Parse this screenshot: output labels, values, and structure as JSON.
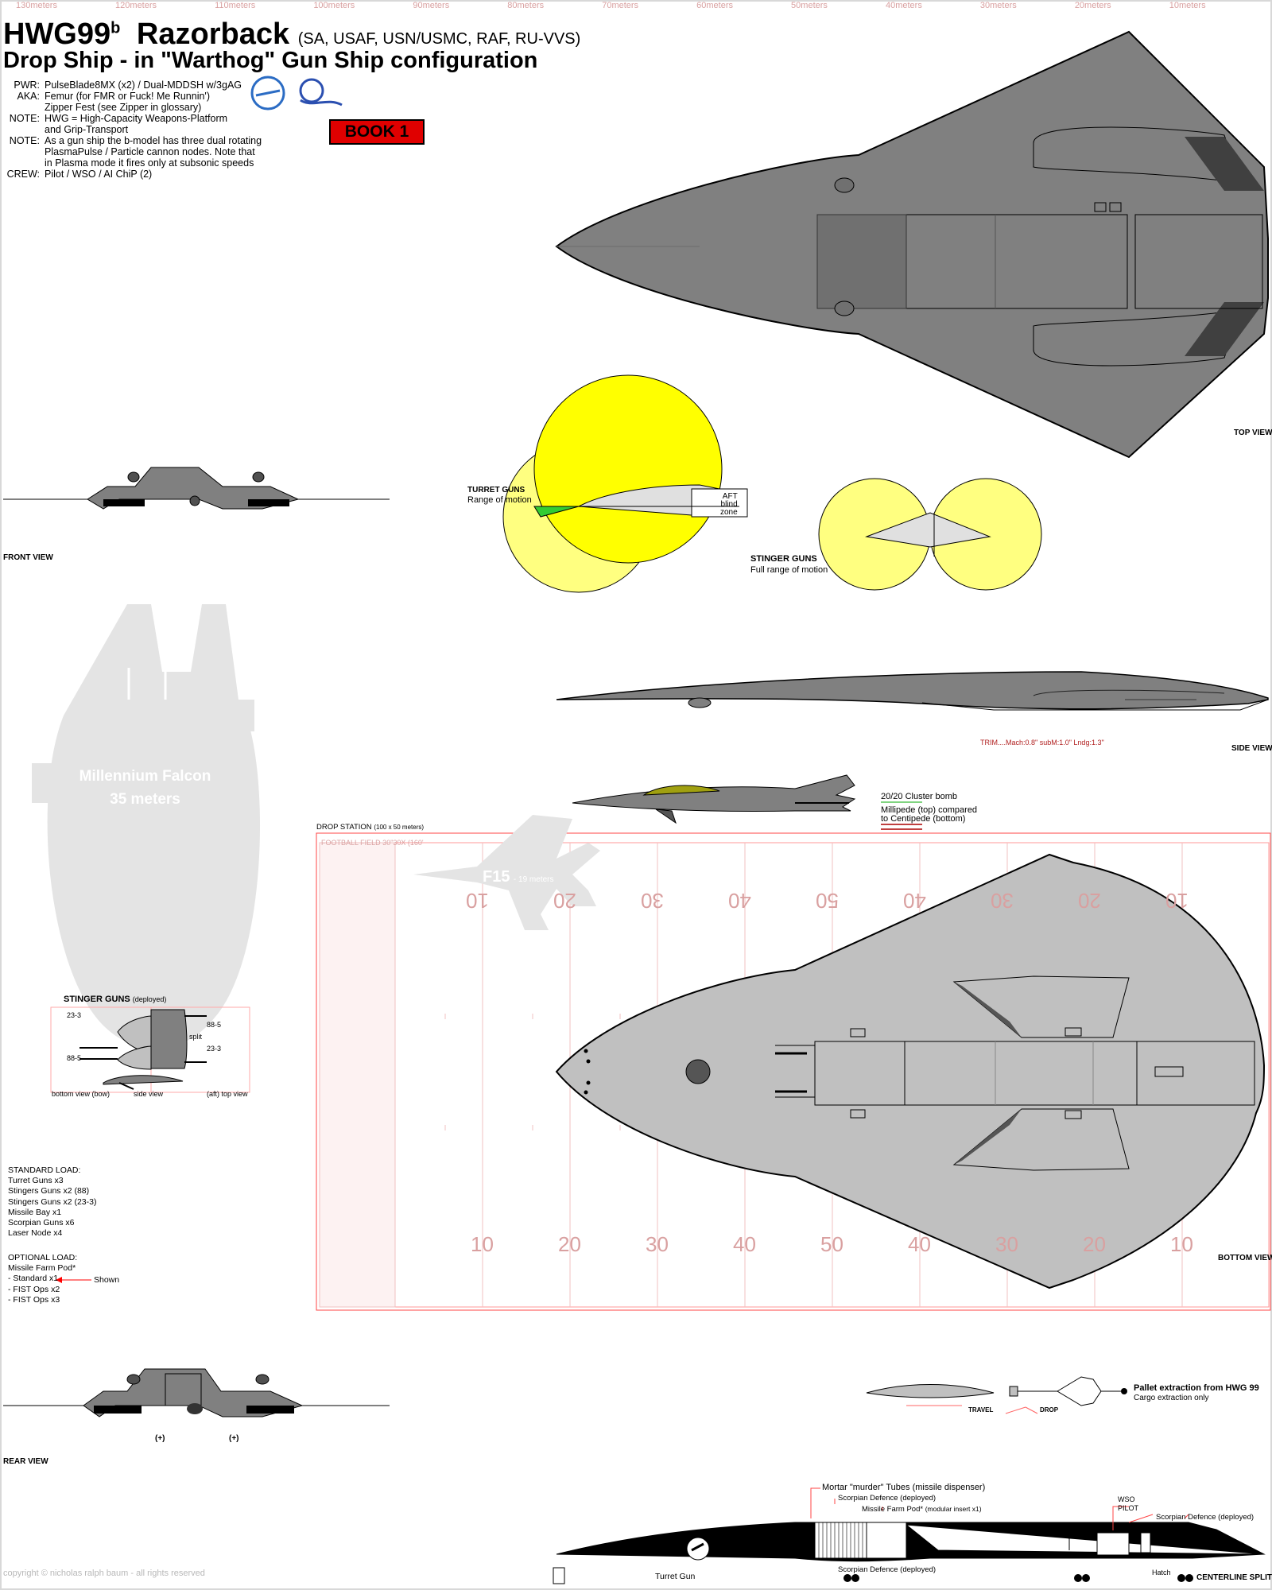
{
  "header": {
    "title_main": "HWG99",
    "title_sup": "b",
    "title_name": "Razorback",
    "title_users": "(SA, USAF, USN/USMC, RAF, RU-VVS)",
    "subtitle": "Drop Ship - in \"Warthog\" Gun Ship configuration"
  },
  "specs": [
    {
      "key": "PWR:",
      "lines": [
        "PulseBlade8MX (x2) / Dual-MDDSH w/3gAG"
      ]
    },
    {
      "key": "AKA:",
      "lines": [
        "Femur (for FMR or Fuck! Me Runnin')",
        "Zipper Fest (see Zipper in glossary)"
      ]
    },
    {
      "key": "NOTE:",
      "lines": [
        "HWG = High-Capacity Weapons-Platform",
        "and Grip-Transport"
      ]
    },
    {
      "key": "NOTE:",
      "lines": [
        "As a gun ship the b-model has three dual rotating",
        "PlasmaPulse / Particle cannon nodes.  Note that",
        "in Plasma mode it fires only at subsonic speeds"
      ]
    },
    {
      "key": "CREW:",
      "lines": [
        "Pilot / WSO / AI ChiP (2)"
      ]
    }
  ],
  "book_label": "BOOK 1",
  "scale_ruler": [
    "130meters",
    "120meters",
    "110meters",
    "100meters",
    "90meters",
    "80meters",
    "70meters",
    "60meters",
    "50meters",
    "40meters",
    "30meters",
    "20meters",
    "10meters"
  ],
  "views": {
    "top": "TOP VIEW",
    "front": "FRONT VIEW",
    "side": "SIDE VIEW",
    "bottom": "BOTTOM VIEW",
    "rear": "REAR VIEW",
    "centerline": "CENTERLINE SPLIT"
  },
  "turret": {
    "title": "TURRET GUNS",
    "sub": "Range of motion",
    "aft1": "AFT",
    "aft2": "blind",
    "aft3": "zone"
  },
  "stinger": {
    "title": "STINGER GUNS",
    "sub": "Full range of motion"
  },
  "trim": "TRIM....Mach:0.8\"  subM:1.0\"  Lndg:1.3\"",
  "falcon": {
    "name": "Millennium Falcon",
    "size": "35 meters"
  },
  "cluster": {
    "title": "20/20 Cluster bomb",
    "line1": "Millipede (top) compared",
    "line2": "to Centipede (bottom)"
  },
  "drop_station": {
    "label": "DROP STATION",
    "dims": "(100 x 50 meters)"
  },
  "football": {
    "label": "FOOTBALL FIELD  30\"30X (160'",
    "top_numbers": [
      "10",
      "20",
      "30",
      "40",
      "50",
      "40",
      "30",
      "20",
      "10"
    ],
    "bottom_numbers": [
      "10",
      "20",
      "30",
      "40",
      "50",
      "40",
      "30",
      "20",
      "10"
    ]
  },
  "f15": {
    "name": "F15",
    "size": "- 19 meters"
  },
  "stinger_deployed": {
    "title": "STINGER GUNS",
    "note": "(deployed)",
    "l1": "23-3",
    "l2": "88-5",
    "l3": "88-5",
    "l4": "23-3",
    "split": "split",
    "cap1": "bottom view (bow)",
    "cap2": "side view",
    "cap3": "(aft) top view"
  },
  "standard_load": {
    "title": "STANDARD LOAD:",
    "items": [
      "Turret Guns x3",
      "Stingers Guns x2  (88)",
      "Stingers Guns x2  (23-3)",
      "Missile Bay x1",
      "Scorpian Guns x6",
      "Laser Node x4"
    ]
  },
  "optional_load": {
    "title": "OPTIONAL LOAD:",
    "items": [
      "Missile Farm Pod*",
      "- Standard x1",
      "- FIST Ops x2",
      "- FIST Ops x3"
    ],
    "shown": "Shown"
  },
  "pallet": {
    "title": "Pallet extraction from HWG 99",
    "sub": "Cargo extraction only",
    "travel": "TRAVEL",
    "drop": "DROP"
  },
  "centerline": {
    "mortar": "Mortar \"murder\" Tubes (missile dispenser)",
    "scorp1": "Scorpian Defence (deployed)",
    "farm": "Missile Farm Pod*",
    "farm_note": "(modular insert x1)",
    "wso": "WSO",
    "pilot": "PILOT",
    "scorp2": "Scorpian Defence (deployed)",
    "scorp3": "Scorpian Defence (deployed)",
    "turret": "Turret Gun",
    "hatch": "Hatch"
  },
  "copyright": "copyright © nicholas ralph baum - all rights reserved",
  "colors": {
    "hull": "#808080",
    "hull_light": "#c0c0c0",
    "yellow": "#ffff00",
    "pale_yellow": "#ffff80",
    "red": "#ff0000",
    "falcon": "#e4e4e4",
    "green": "#33cc33"
  }
}
